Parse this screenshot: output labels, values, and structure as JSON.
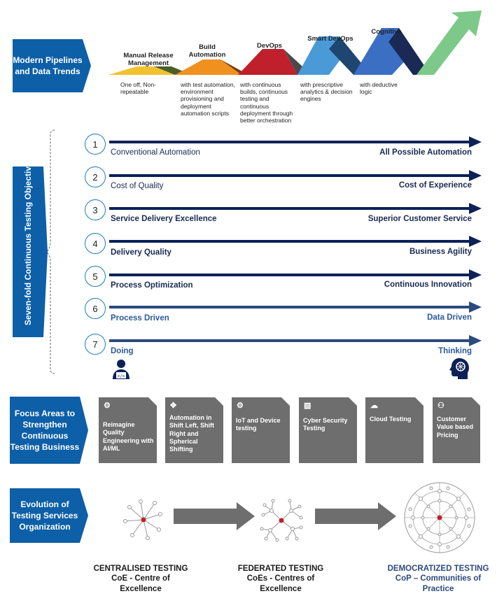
{
  "section1": {
    "tag": "Modern Pipelines and Data Trends",
    "stages": [
      {
        "title": "Manual Release Management",
        "desc": "One off, Non-repeatable"
      },
      {
        "title": "Build Automation",
        "desc": "with test automation, environment provisioning and deployment automation scripts"
      },
      {
        "title": "DevOps",
        "desc": "with continuous builds, continuous testing and continuous deployment through better orchestration"
      },
      {
        "title": "Smart DevOps",
        "desc": "with prescriptive analytics & decision engines"
      },
      {
        "title": "Cognitive",
        "desc": "with deductive logic"
      }
    ]
  },
  "section2": {
    "tag": "Seven-fold Continuous Testing Objectives",
    "objectives": [
      {
        "num": "1",
        "left": "Conventional  Automation",
        "right": "All Possible Automation"
      },
      {
        "num": "2",
        "left": "Cost of Quality",
        "right": "Cost of Experience"
      },
      {
        "num": "3",
        "left": "Service Delivery Excellence",
        "right": "Superior Customer Service"
      },
      {
        "num": "4",
        "left": "Delivery  Quality",
        "right": "Business Agility"
      },
      {
        "num": "5",
        "left": "Process Optimization",
        "right": "Continuous  Innovation"
      },
      {
        "num": "6",
        "left": "Process Driven",
        "right": "Data Driven"
      },
      {
        "num": "7",
        "left": "Doing",
        "right": "Thinking"
      }
    ],
    "icons": {
      "left": "person-laptop-icon",
      "right": "brain-head-icon"
    }
  },
  "section3": {
    "tag": "Focus Areas to Strengthen Continuous Testing Business",
    "cards": [
      {
        "label": "Reimagine Quality Engineering with AI/ML",
        "icon": "brain-gear-icon"
      },
      {
        "label": "Automation in Shift Left, Shift Right and Spherical Shifting",
        "icon": "move-arrows-icon"
      },
      {
        "label": "IoT and Device testing",
        "icon": "gears-icon"
      },
      {
        "label": "Cyber Security Testing",
        "icon": "security-chart-icon"
      },
      {
        "label": "Cloud Testing",
        "icon": "cloud-icon"
      },
      {
        "label": "Customer Value based Pricing",
        "icon": "users-icon"
      }
    ]
  },
  "section4": {
    "tag": "Evolution of Testing Services Organization",
    "models": [
      {
        "title": "CENTRALISED  TESTING",
        "sub": "CoE - Centre of Excellence"
      },
      {
        "title": "FEDERATED  TESTING",
        "sub": "CoEs - Centres of Excellence"
      },
      {
        "title": "DEMOCRATIZED TESTING",
        "sub": "CoP – Communities of Practice"
      }
    ]
  },
  "colors": {
    "brand_blue": "#0d5fa8",
    "navy": "#0b2158",
    "card_gray": "#6e6e6e",
    "stage_yellow": "#f2c12e",
    "stage_orange": "#f0901e",
    "stage_red": "#c0202c",
    "stage_blue": "#4a9ad8",
    "stage_royal": "#3a6fc4",
    "stage_green": "#7dc98a"
  }
}
